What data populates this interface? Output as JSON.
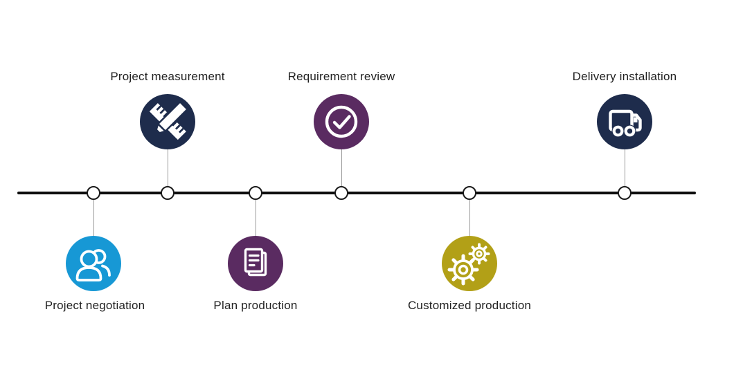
{
  "diagram": {
    "type": "process-timeline",
    "background": "#ffffff",
    "line_color": "#0d0d0d",
    "connector_color": "#999999",
    "node_fill": "#ffffff",
    "node_border_color": "#1a1a1a",
    "label_color": "#212121"
  },
  "steps": [
    {
      "label": "Project negotiation",
      "position": "below",
      "color": "#1798d5",
      "icon": "people-icon"
    },
    {
      "label": "Project measurement",
      "position": "above",
      "color": "#1e2c4c",
      "icon": "ruler-pencil-icon"
    },
    {
      "label": "Plan production",
      "position": "below",
      "color": "#5a2b61",
      "icon": "documents-icon"
    },
    {
      "label": "Requirement review",
      "position": "above",
      "color": "#5a2b61",
      "icon": "check-circle-icon"
    },
    {
      "label": "Customized production",
      "position": "below",
      "color": "#b2a017",
      "icon": "gears-icon"
    },
    {
      "label": "Delivery installation",
      "position": "above",
      "color": "#1e2c4c",
      "icon": "truck-icon"
    }
  ]
}
